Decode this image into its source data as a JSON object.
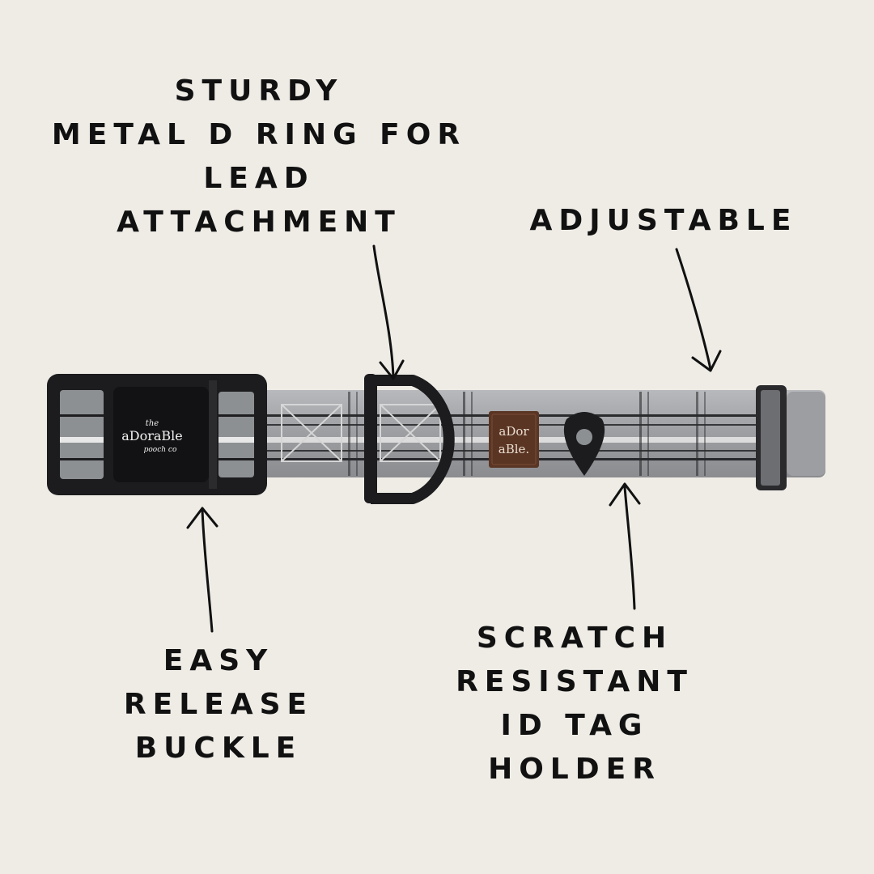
{
  "callouts": {
    "d_ring": {
      "lines": [
        "STURDY",
        "METAL D RING FOR",
        "LEAD",
        "ATTACHMENT"
      ]
    },
    "adjustable": {
      "lines": [
        "ADJUSTABLE"
      ]
    },
    "buckle": {
      "lines": [
        "EASY",
        "RELEASE",
        "BUCKLE"
      ]
    },
    "id_tag": {
      "lines": [
        "SCRATCH",
        "RESISTANT",
        "ID TAG",
        "HOLDER"
      ]
    }
  },
  "product": {
    "buckle_logo": [
      "the",
      "aDoraBle",
      "pooch co"
    ],
    "leather_patch": [
      "aDor",
      "aBle."
    ]
  },
  "colors": {
    "background": "#efece6",
    "webbing": "#9a9c9f",
    "stripe_dark": "#1d1d1f",
    "stripe_light": "#e8e8e8",
    "hardware": "#1c1c1e",
    "leather": "#5a3524",
    "text": "#111111"
  }
}
